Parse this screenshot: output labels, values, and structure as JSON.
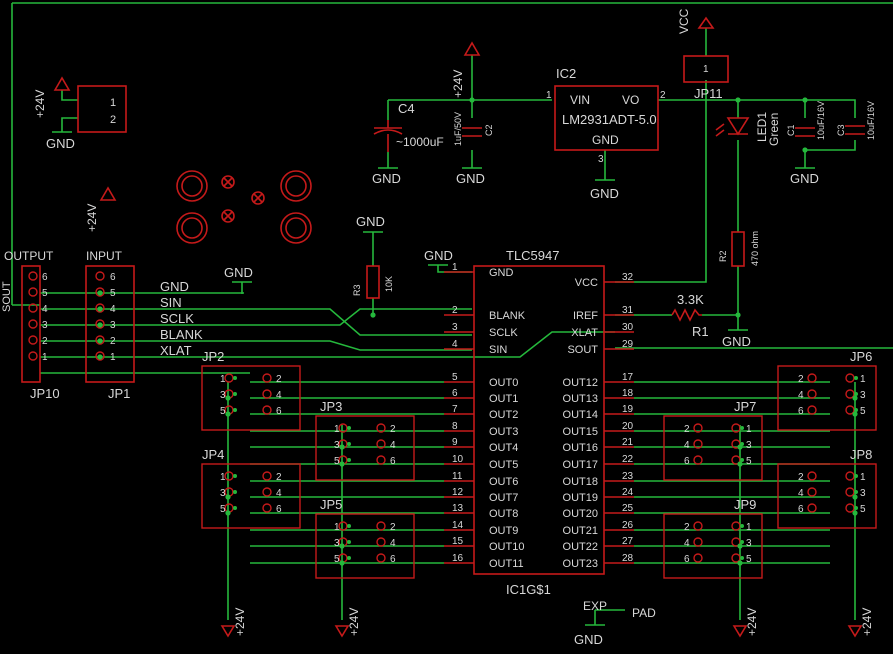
{
  "ic_main": {
    "name": "TLC5947",
    "instance": "IC1G$1",
    "left_pins": [
      {
        "num": "1",
        "name": "GND"
      },
      {
        "num": "2",
        "name": "BLANK"
      },
      {
        "num": "3",
        "name": "SCLK"
      },
      {
        "num": "4",
        "name": "SIN"
      },
      {
        "num": "5",
        "name": "OUT0"
      },
      {
        "num": "6",
        "name": "OUT1"
      },
      {
        "num": "7",
        "name": "OUT2"
      },
      {
        "num": "8",
        "name": "OUT3"
      },
      {
        "num": "9",
        "name": "OUT4"
      },
      {
        "num": "10",
        "name": "OUT5"
      },
      {
        "num": "11",
        "name": "OUT6"
      },
      {
        "num": "12",
        "name": "OUT7"
      },
      {
        "num": "13",
        "name": "OUT8"
      },
      {
        "num": "14",
        "name": "OUT9"
      },
      {
        "num": "15",
        "name": "OUT10"
      },
      {
        "num": "16",
        "name": "OUT11"
      }
    ],
    "right_pins": [
      {
        "num": "32",
        "name": "VCC"
      },
      {
        "num": "31",
        "name": "IREF"
      },
      {
        "num": "30",
        "name": "XLAT"
      },
      {
        "num": "29",
        "name": "SOUT"
      },
      {
        "num": "17",
        "name": "OUT12"
      },
      {
        "num": "18",
        "name": "OUT13"
      },
      {
        "num": "19",
        "name": "OUT14"
      },
      {
        "num": "20",
        "name": "OUT15"
      },
      {
        "num": "21",
        "name": "OUT16"
      },
      {
        "num": "22",
        "name": "OUT17"
      },
      {
        "num": "23",
        "name": "OUT18"
      },
      {
        "num": "24",
        "name": "OUT19"
      },
      {
        "num": "25",
        "name": "OUT20"
      },
      {
        "num": "26",
        "name": "OUT21"
      },
      {
        "num": "27",
        "name": "OUT22"
      },
      {
        "num": "28",
        "name": "OUT23"
      }
    ]
  },
  "regulator": {
    "name": "IC2",
    "part": "LM2931ADT-5.0",
    "pin_vin": "VIN",
    "pin_vo": "VO",
    "pin_gnd": "GND",
    "num_vin": "1",
    "num_vo": "2",
    "num_gnd": "3"
  },
  "caps": {
    "c4_name": "C4",
    "c4_value": "~1000uF",
    "c2_name": "C2",
    "c2_value": "1uF/50V",
    "c1_name": "C1",
    "c1_value": "10uF/16V",
    "c3_name": "C3",
    "c3_value": "10uF/16V"
  },
  "resistors": {
    "r1_name": "R1",
    "r1_value": "3.3K",
    "r2_name": "R2",
    "r2_value": "470 ohm",
    "r3_name": "R3",
    "r3_value": "10K"
  },
  "led": {
    "name": "LED1",
    "color": "Green"
  },
  "supplies": {
    "gnd": "GND",
    "v24": "+24V",
    "vcc": "VCC",
    "exp": "EXP",
    "pad": "PAD"
  },
  "headers": {
    "output_title": "OUTPUT",
    "input_title": "INPUT",
    "jp10": "JP10",
    "jp1": "JP1",
    "jp11": "JP11",
    "jp11_pin": "1",
    "sout_label": "SOUT",
    "pins_6": [
      "6",
      "5",
      "4",
      "3",
      "2",
      "1"
    ],
    "power_pins": [
      "1",
      "2"
    ]
  },
  "bus_labels": [
    "GND",
    "SIN",
    "SCLK",
    "BLANK",
    "XLAT"
  ],
  "jp_names": [
    "JP2",
    "JP3",
    "JP4",
    "JP5",
    "JP6",
    "JP7",
    "JP8",
    "JP9"
  ],
  "jp_pin_left": [
    "1",
    "3",
    "5"
  ],
  "jp_pin_right": [
    "2",
    "4",
    "6"
  ],
  "colors": {
    "wire": "#25b83c",
    "part": "#c51a1a",
    "text": "#d8d8d8",
    "background": "#000000"
  }
}
